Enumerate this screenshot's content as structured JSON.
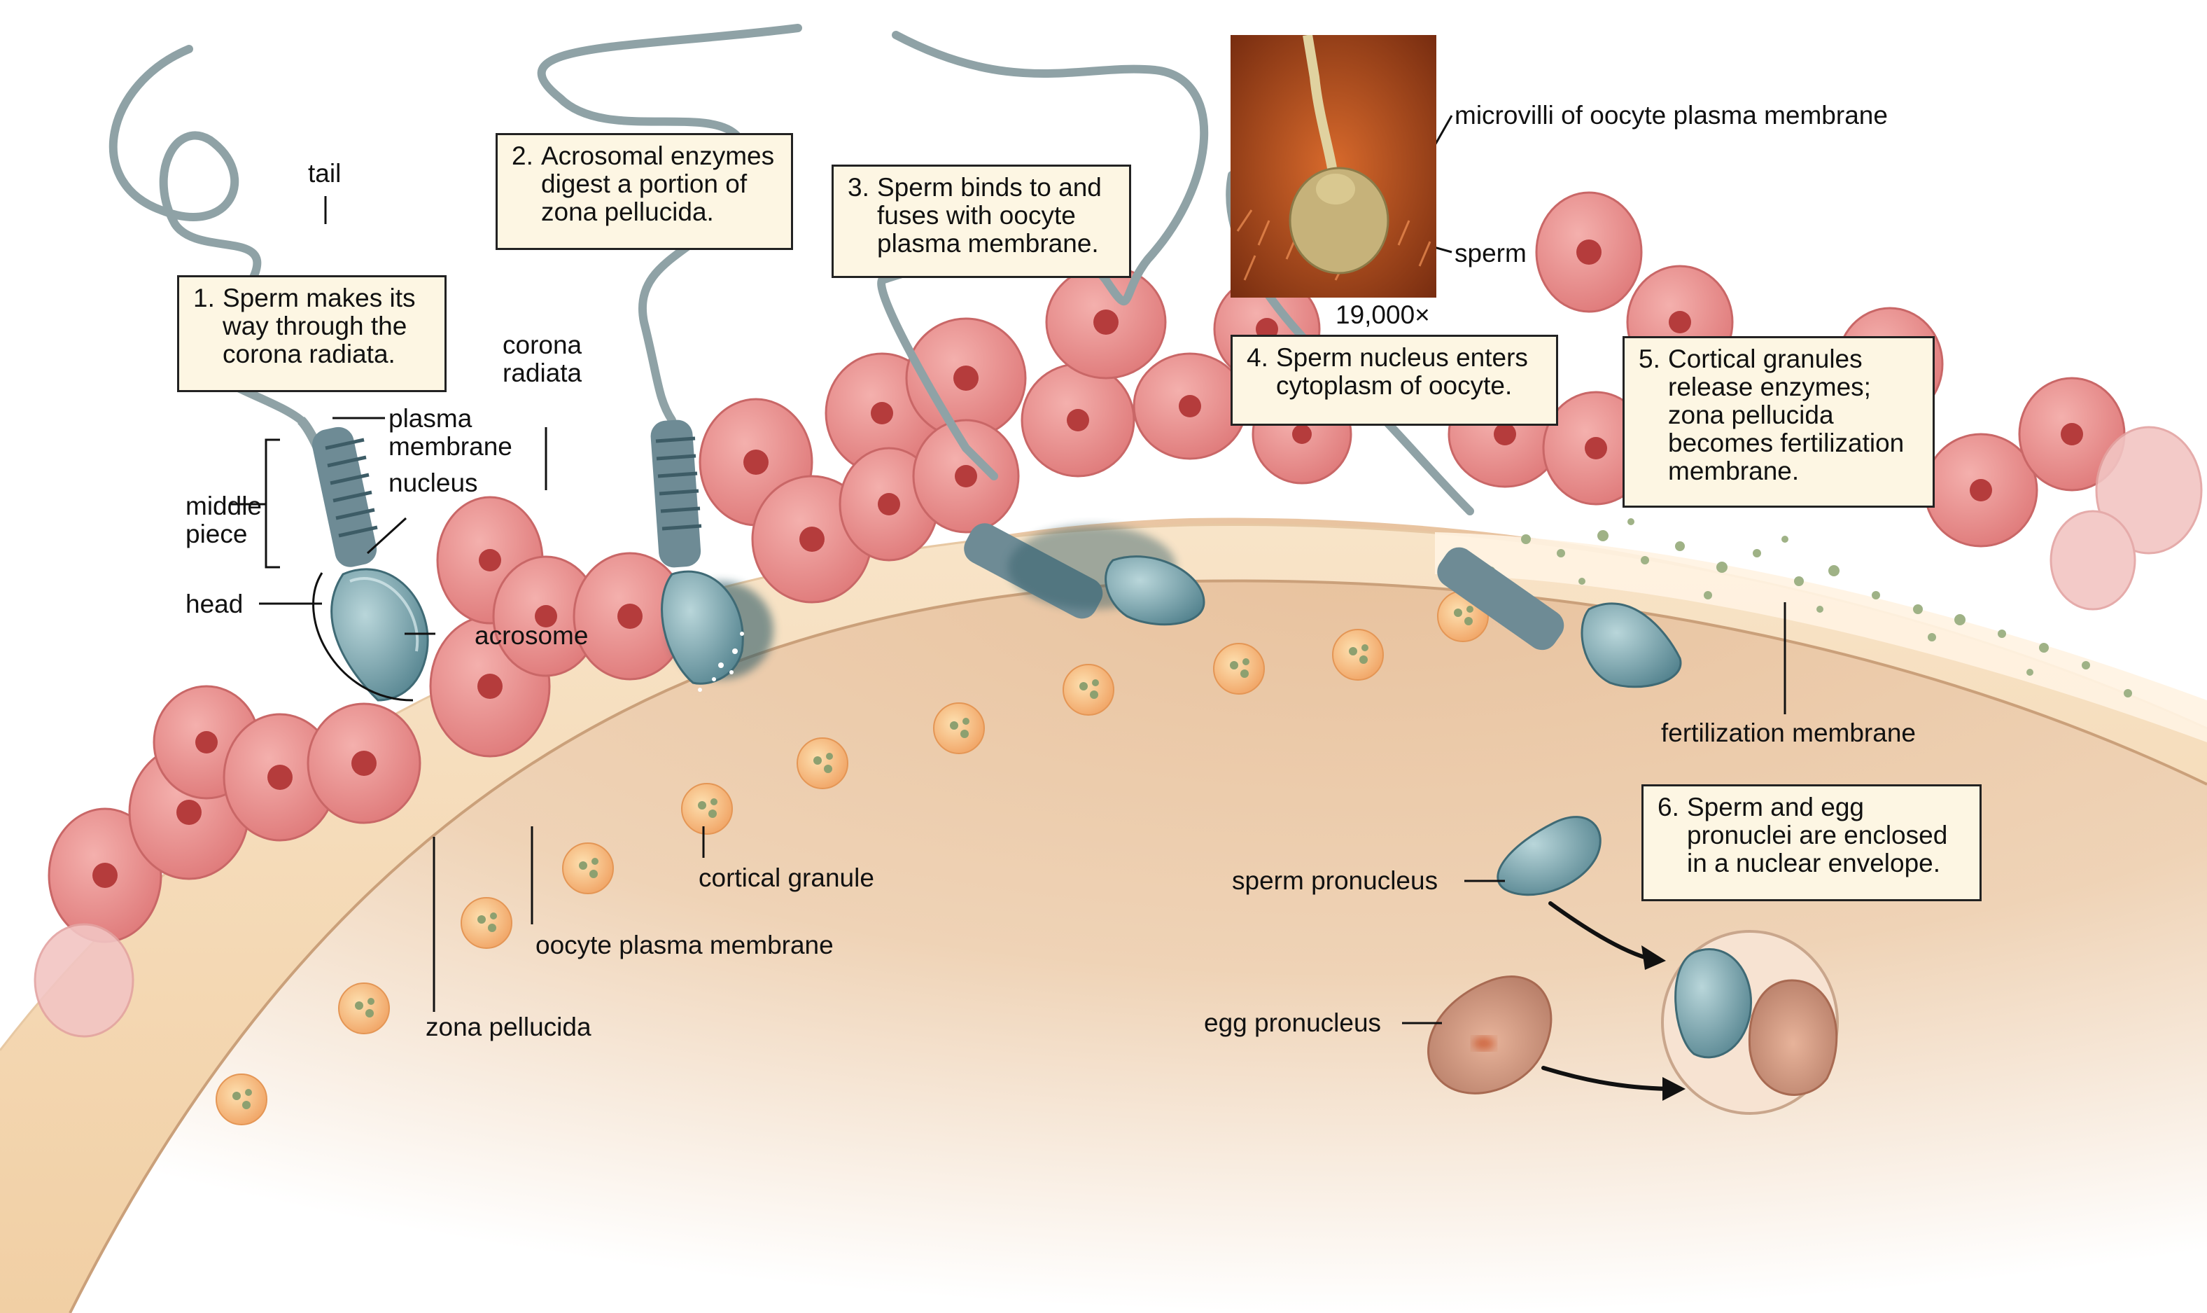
{
  "steps": [
    {
      "num": "1.",
      "text": "Sperm makes its\nway through the\ncorona radiata."
    },
    {
      "num": "2.",
      "text": "Acrosomal enzymes\ndigest a portion of\nzona pellucida."
    },
    {
      "num": "3.",
      "text": "Sperm binds to and\nfuses with oocyte\nplasma membrane."
    },
    {
      "num": "4.",
      "text": "Sperm nucleus enters\ncytoplasm of oocyte."
    },
    {
      "num": "5.",
      "text": "Cortical granules\nrelease enzymes;\nzona pellucida\nbecomes fertilization\nmembrane."
    },
    {
      "num": "6.",
      "text": "Sperm and egg\npronuclei are enclosed\nin a nuclear envelope."
    }
  ],
  "labels": {
    "tail": "tail",
    "plasma_membrane": "plasma\nmembrane",
    "nucleus": "nucleus",
    "middle_piece": "middle\npiece",
    "head": "head",
    "acrosome": "acrosome",
    "corona_radiata": "corona\nradiata",
    "microvilli": "microvilli of oocyte plasma membrane",
    "sperm": "sperm",
    "magnification": "19,000×",
    "fertilization_membrane": "fertilization membrane",
    "cortical_granule": "cortical granule",
    "oocyte_plasma_membrane": "oocyte plasma membrane",
    "zona_pellucida": "zona pellucida",
    "sperm_pronucleus": "sperm pronucleus",
    "egg_pronucleus": "egg pronucleus"
  },
  "colors": {
    "corona_cell": "#e98b8b",
    "corona_nucleus": "#b83a3a",
    "zona": "#f5d9b4",
    "cytoplasm": "#e7c09b",
    "granule": "#f2a865",
    "sperm": "#5f8f9a",
    "egg_pronucleus": "#c98f74"
  }
}
